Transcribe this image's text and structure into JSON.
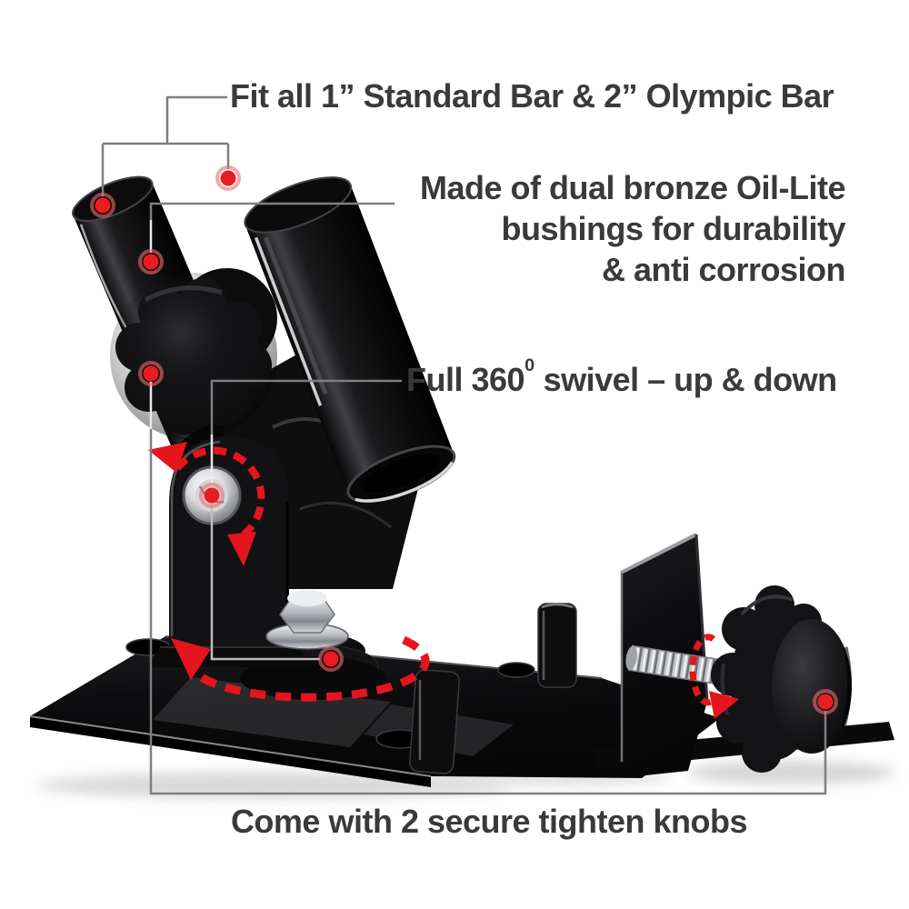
{
  "annotations": {
    "fit": "Fit all 1” Standard Bar & 2” Olympic Bar",
    "made": {
      "line1": "Made of dual bronze Oil-Lite",
      "line2": "bushings for durability",
      "line3": "& anti corrosion"
    },
    "swivel": {
      "prefix": "Full 360",
      "superscript": "0",
      "suffix": " swivel – up & down"
    },
    "knobs": "Come with 2 secure tighten knobs"
  },
  "markers": {
    "style": "red-dot",
    "count": 7,
    "targets": [
      "standard-bar-tube",
      "olympic-bar-tube",
      "oil-lite-bushing-area",
      "front-tighten-knob",
      "swivel-pivot-bolt",
      "swivel-base",
      "clamp-tighten-knob"
    ]
  },
  "colors": {
    "background": "#ffffff",
    "accent_red": "#ec1b23",
    "marker_halo": "#f26b6f",
    "callout_line": "#7f7f81",
    "text": "#3a3a3b",
    "product_black": "#0d0d0e",
    "chrome": "#c7c9cc"
  }
}
